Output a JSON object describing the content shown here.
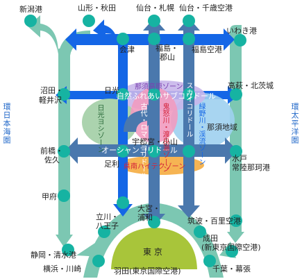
{
  "map_title": "",
  "colors": {
    "ring": "#7cc7b2",
    "corridor_blue": "#1466e6",
    "corridor_steel": "#4a78ad",
    "node": "#16b3a2",
    "tokyo_fill": "#a8c53a",
    "outer_label": "#1e66c8"
  },
  "outer_labels": {
    "sea_of_japan": "環日本海圏",
    "pacific": "環太平洋圏"
  },
  "cities": {
    "niigata": "新潟港",
    "yamagata_akita": "山形・秋田",
    "sendai_sapporo": "仙台・札幌",
    "sendai_chiba_airport": "仙台・千歳空港",
    "iwaki": "いわき港",
    "aizu": "会津",
    "fukushima_koriyama_1": "福島・",
    "fukushima_koriyama_2": "郡山",
    "fukushima_airport": "福島空港",
    "numata_1": "沼田・",
    "numata_2": "軽井沢",
    "nikko": "日光",
    "takahagi": "高萩・北茨城",
    "nasu": "那須地域",
    "maebashi_1": "前橋・",
    "maebashi_2": "佐久",
    "ashikaga": "足利",
    "utsunomiya": "宇都宮・小山",
    "mito_1": "水戸",
    "mito_2": "常陸那珂港",
    "kofu": "甲府",
    "omiya_1": "大宮・",
    "omiya_2": "浦和",
    "tachikawa_1": "立川・",
    "tachikawa_2": "八王子",
    "tsukuba": "筑波・百里空港",
    "narita_1": "成田",
    "narita_2": "(新東京国際空港)",
    "shizuoka": "静岡・清水港",
    "yokohama": "横浜・川崎",
    "haneda": "羽田(東京国際空港)",
    "chiba": "千葉・幕張",
    "tokyo": "東 京"
  },
  "corridors": {
    "nature": "自然ふれあいサブコリドール",
    "ocean": "オーシャンコリドール",
    "sky": "スカイコリドール",
    "ancient": "古代・ロマンコリドール",
    "kinugawa": "鬼怒川・渡良瀬ゾーン",
    "nasu_zone": "那須高原ゾーン",
    "nikko_zone": "日光ヨシゾーン",
    "bando": "県南ハイテクゾーン",
    "highway_zone": "緑野川・渓流ゾーン"
  }
}
